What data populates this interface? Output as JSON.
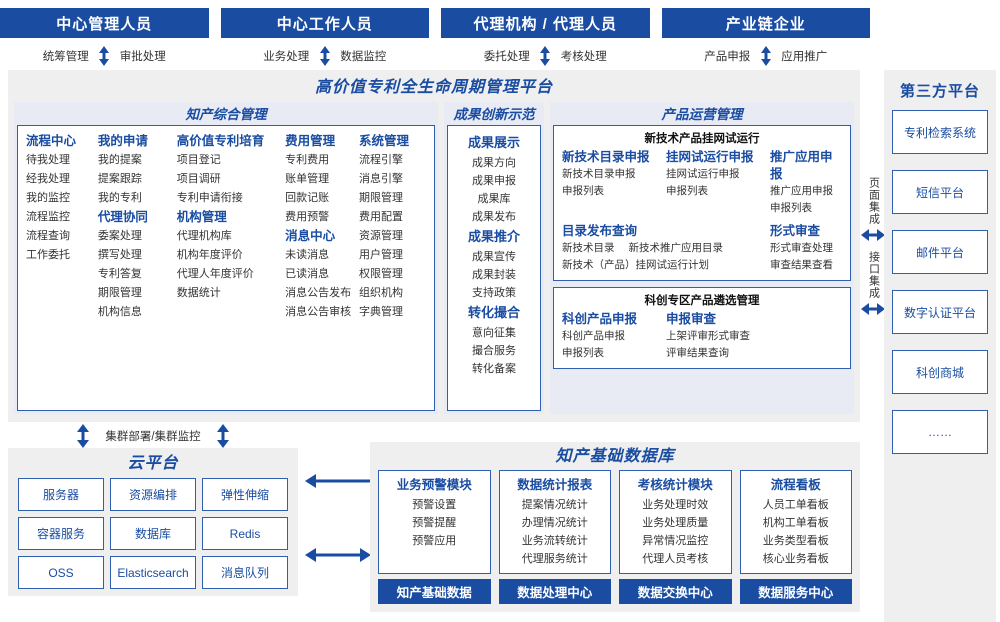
{
  "roles": [
    {
      "title": "中心管理人员",
      "left": "统筹管理",
      "right": "审批处理"
    },
    {
      "title": "中心工作人员",
      "left": "业务处理",
      "right": "数据监控"
    },
    {
      "title": "代理机构 / 代理人员",
      "left": "委托处理",
      "right": "考核处理"
    },
    {
      "title": "产业链企业",
      "left": "产品申报",
      "right": "应用推广"
    }
  ],
  "platform": {
    "title": "高价值专利全生命周期管理平台",
    "groups": {
      "comprehensive": {
        "title": "知产综合管理",
        "columns": [
          {
            "blocks": [
              {
                "head": "流程中心",
                "items": [
                  "待我处理",
                  "经我处理",
                  "我的监控",
                  "流程监控",
                  "流程查询",
                  "工作委托"
                ]
              }
            ]
          },
          {
            "blocks": [
              {
                "head": "我的申请",
                "items": [
                  "我的提案",
                  "提案跟踪",
                  "我的专利"
                ]
              },
              {
                "head": "代理协同",
                "items": [
                  "委案处理",
                  "撰写处理",
                  "专利答复",
                  "期限管理",
                  "机构信息"
                ]
              }
            ]
          },
          {
            "blocks": [
              {
                "head": "高价值专利培育",
                "items": [
                  "项目登记",
                  "项目调研",
                  "专利申请衔接"
                ]
              },
              {
                "head": "机构管理",
                "items": [
                  "代理机构库",
                  "机构年度评价",
                  "代理人年度评价",
                  "数据统计"
                ]
              }
            ]
          },
          {
            "blocks": [
              {
                "head": "费用管理",
                "items": [
                  "专利费用",
                  "账单管理",
                  "回款记账",
                  "费用预警"
                ]
              },
              {
                "head": "消息中心",
                "items": [
                  "未读消息",
                  "已读消息",
                  "消息公告发布",
                  "消息公告审核"
                ]
              }
            ]
          },
          {
            "blocks": [
              {
                "head": "系统管理",
                "items": [
                  "流程引擎",
                  "消息引擎",
                  "期限管理",
                  "费用配置",
                  "资源管理",
                  "用户管理",
                  "权限管理",
                  "组织机构",
                  "字典管理"
                ]
              }
            ]
          }
        ]
      },
      "achievement": {
        "title": "成果创新示范",
        "blocks": [
          {
            "head": "成果展示",
            "items": [
              "成果方向",
              "成果申报",
              "成果库",
              "成果发布"
            ]
          },
          {
            "head": "成果推介",
            "items": [
              "成果宣传",
              "成果封装",
              "支持政策"
            ]
          },
          {
            "head": "转化撮合",
            "items": [
              "意向征集",
              "撮合服务",
              "转化备案"
            ]
          }
        ]
      },
      "product": {
        "title": "产品运营管理",
        "sub1": {
          "title": "新技术产品挂网试运行",
          "row1": [
            {
              "head": "新技术目录申报",
              "items": [
                "新技术目录申报",
                "申报列表"
              ]
            },
            {
              "head": "挂网试运行申报",
              "items": [
                "挂网试运行申报",
                "申报列表"
              ]
            },
            {
              "head": "推广应用申报",
              "items": [
                "推广应用申报",
                "申报列表"
              ]
            }
          ],
          "row2_left_head": "目录发布查询",
          "row2_left_line1": [
            "新技术目录",
            "新技术推广应用目录"
          ],
          "row2_left_line2": "新技术（产品）挂网试运行计划",
          "row2_right_head": "形式审查",
          "row2_right_items": [
            "形式审查处理",
            "审查结果查看"
          ]
        },
        "sub2": {
          "title": "科创专区产品遴选管理",
          "cols": [
            {
              "head": "科创产品申报",
              "items": [
                "科创产品申报",
                "申报列表"
              ]
            },
            {
              "head": "申报审查",
              "items": [
                "上架评审形式审查",
                "评审结果查询"
              ]
            }
          ]
        }
      }
    }
  },
  "integration": [
    {
      "label": "页面集成"
    },
    {
      "label": "接口集成"
    }
  ],
  "third_party": {
    "title": "第三方平台",
    "items": [
      "专利检索系统",
      "短信平台",
      "邮件平台",
      "数字认证平台",
      "科创商城",
      "……"
    ]
  },
  "cluster_label": "集群部署/集群监控",
  "cloud": {
    "title": "云平台",
    "cells": [
      "服务器",
      "资源编排",
      "弹性伸缩",
      "容器服务",
      "数据库",
      "Redis",
      "OSS",
      "Elasticsearch",
      "消息队列"
    ]
  },
  "database": {
    "title": "知产基础数据库",
    "columns": [
      {
        "head": "业务预警模块",
        "items": [
          "预警设置",
          "预警提醒",
          "预警应用"
        ],
        "foot": "知产基础数据"
      },
      {
        "head": "数据统计报表",
        "items": [
          "提案情况统计",
          "办理情况统计",
          "业务流转统计",
          "代理服务统计"
        ],
        "foot": "数据处理中心"
      },
      {
        "head": "考核统计模块",
        "items": [
          "业务处理时效",
          "业务处理质量",
          "异常情况监控",
          "代理人员考核"
        ],
        "foot": "数据交换中心"
      },
      {
        "head": "流程看板",
        "items": [
          "人员工单看板",
          "机构工单看板",
          "业务类型看板",
          "核心业务看板"
        ],
        "foot": "数据服务中心"
      }
    ]
  },
  "colors": {
    "brand": "#1a4da2",
    "panel": "#efefef",
    "group": "#e8eaf4",
    "border": "#2f5fae"
  }
}
